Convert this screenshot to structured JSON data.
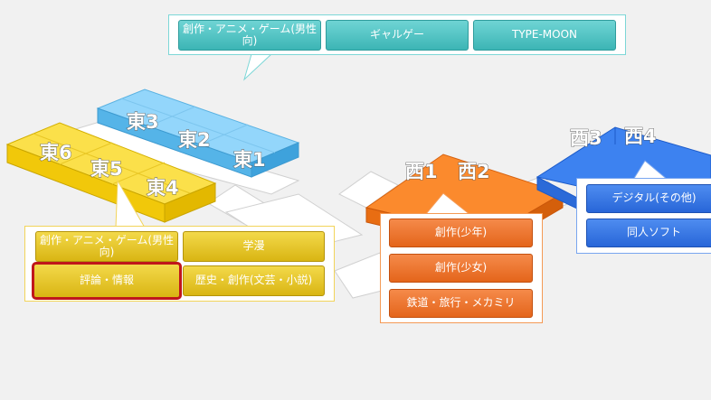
{
  "colors": {
    "east_north": "#6cc6f5",
    "east_south": "#f6d21a",
    "west": "#f77d1f",
    "west_east": "#2f74ea",
    "teal": "#49bebe"
  },
  "halls": {
    "e1": "東1",
    "e2": "東2",
    "e3": "東3",
    "e4": "東4",
    "e5": "東5",
    "e6": "東6",
    "w1": "西1",
    "w2": "西2",
    "w3": "西3",
    "w4": "西4"
  },
  "top_popup": {
    "buttons": [
      "創作・アニメ・ゲーム(男性向)",
      "ギャルゲー",
      "TYPE-MOON"
    ]
  },
  "yellow_popup": {
    "buttons": [
      "創作・アニメ・ゲーム(男性向)",
      "学漫",
      "評論・情報",
      "歴史・創作(文芸・小説)"
    ],
    "selected": "評論・情報"
  },
  "orange_popup": {
    "buttons": [
      "創作(少年)",
      "創作(少女)",
      "鉄道・旅行・メカミリ"
    ]
  },
  "blue_popup": {
    "buttons": [
      "デジタル(その他)",
      "同人ソフト"
    ]
  }
}
